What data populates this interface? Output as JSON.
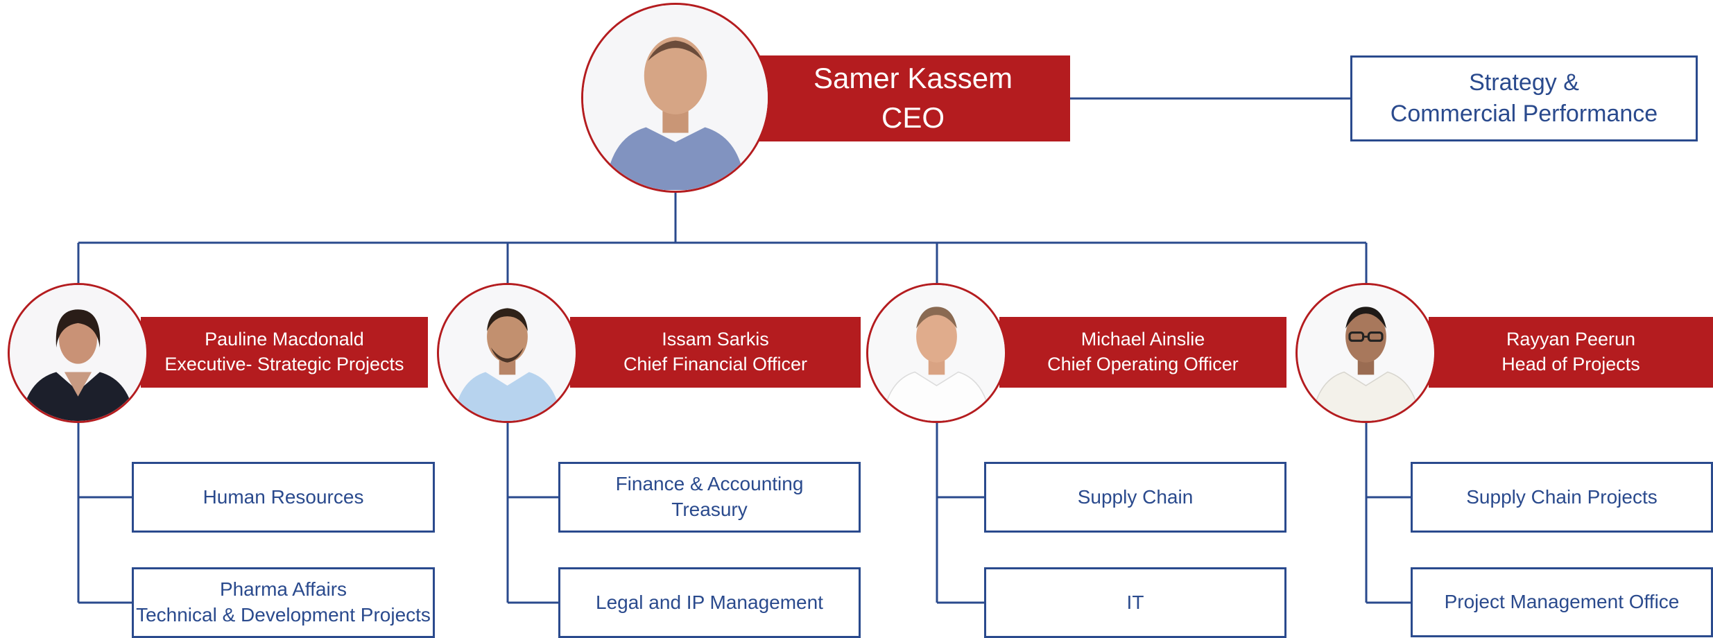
{
  "ceo": {
    "name": "Samer Kassem",
    "title": "CEO"
  },
  "advisory": {
    "line1": "Strategy &",
    "line2": "Commercial Performance"
  },
  "executives": [
    {
      "name": "Pauline Macdonald",
      "title": "Executive- Strategic Projects",
      "departments": [
        {
          "line1": "Human Resources",
          "line2": ""
        },
        {
          "line1": "Pharma Affairs",
          "line2": "Technical & Development Projects"
        }
      ]
    },
    {
      "name": "Issam Sarkis",
      "title": "Chief Financial Officer",
      "departments": [
        {
          "line1": "Finance & Accounting",
          "line2": "Treasury"
        },
        {
          "line1": "Legal and IP Management",
          "line2": ""
        }
      ]
    },
    {
      "name": "Michael Ainslie",
      "title": "Chief Operating Officer",
      "departments": [
        {
          "line1": "Supply Chain",
          "line2": ""
        },
        {
          "line1": "IT",
          "line2": ""
        }
      ]
    },
    {
      "name": "Rayyan Peerun",
      "title": "Head of Projects",
      "departments": [
        {
          "line1": "Supply Chain Projects",
          "line2": ""
        },
        {
          "line1": "Project Management Office",
          "line2": ""
        }
      ]
    }
  ],
  "colors": {
    "banner": "#b41c1f",
    "line": "#2a4a8d",
    "box_text": "#2a4a8d",
    "photo_ring": "#b41c1f"
  }
}
